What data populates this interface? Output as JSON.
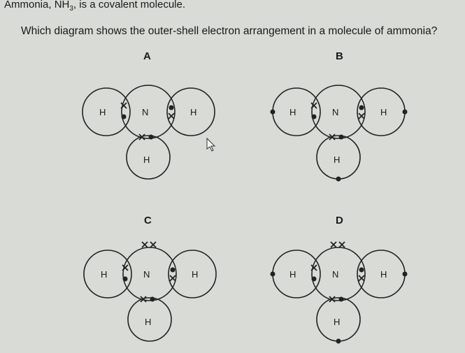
{
  "question": {
    "intro_prefix": "Ammonia, NH",
    "intro_sub": "3",
    "intro_suffix": ", is a covalent molecule.",
    "prompt": "Which diagram shows the outer-shell electron arrangement in a molecule of ammonia?"
  },
  "options": [
    {
      "label": "A",
      "atoms": [
        "H",
        "N",
        "H",
        "H"
      ]
    },
    {
      "label": "B",
      "atoms": [
        "H",
        "N",
        "H",
        "H"
      ]
    },
    {
      "label": "C",
      "atoms": [
        "H",
        "N",
        "H",
        "H"
      ]
    },
    {
      "label": "D",
      "atoms": [
        "H",
        "N",
        "H",
        "H"
      ]
    }
  ]
}
